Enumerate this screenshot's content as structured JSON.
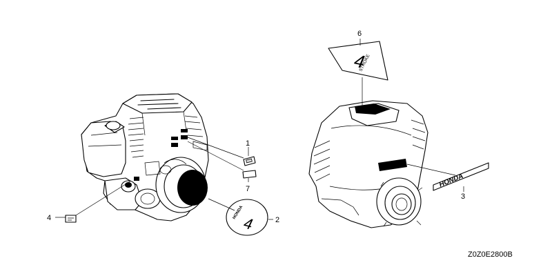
{
  "diagram": {
    "part_numbers": [
      "1",
      "2",
      "3",
      "4",
      "6",
      "7"
    ],
    "drawing_code": "Z0Z0E2800B",
    "decals": {
      "stroke_logo_digit": "4",
      "stroke_logo_word": "STROKE",
      "honda_mark": "HONDA",
      "emblem_brand": "HONDA",
      "emblem_digit": "4"
    }
  }
}
